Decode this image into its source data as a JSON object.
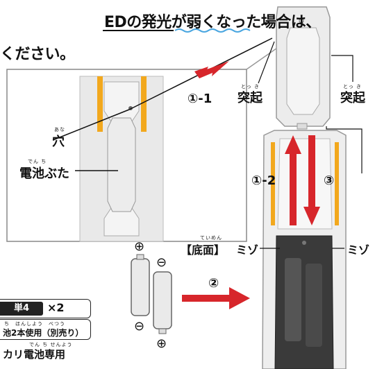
{
  "heading": {
    "line1": "EDの発光が弱くなった場合は、",
    "line2": "ください。"
  },
  "callouts": {
    "step_1_1": "①-1",
    "step_1_2": "①-2",
    "step_2": "②",
    "step_3": "③",
    "hole": "穴",
    "hole_ruby": "あな",
    "battery_cover": "電池ぶた",
    "battery_cover_ruby": "でん ち",
    "protrusion_left": "突起",
    "protrusion_left_ruby": "とっ き",
    "protrusion_right": "突起",
    "protrusion_right_ruby": "とっ き",
    "bottom": "【底面】",
    "bottom_ruby": "ていめん",
    "groove_left": "ミゾ",
    "groove_right": "ミゾ"
  },
  "battery": {
    "type_label": "単4",
    "count": "×2",
    "usage_text": "池2本使用（別売り）",
    "usage_ruby": "ち　ほんしよう　べつう",
    "alkaline_text": "カリ電池専用",
    "alkaline_ruby": "でん ち せんよう",
    "plus_symbol": "⊕",
    "minus_symbol": "⊖"
  },
  "colors": {
    "arrow_red": "#d7262b",
    "accent_orange": "#f2a81d",
    "device_gray": "#e6e6e6",
    "cavity_dark": "#3a3a3a"
  }
}
